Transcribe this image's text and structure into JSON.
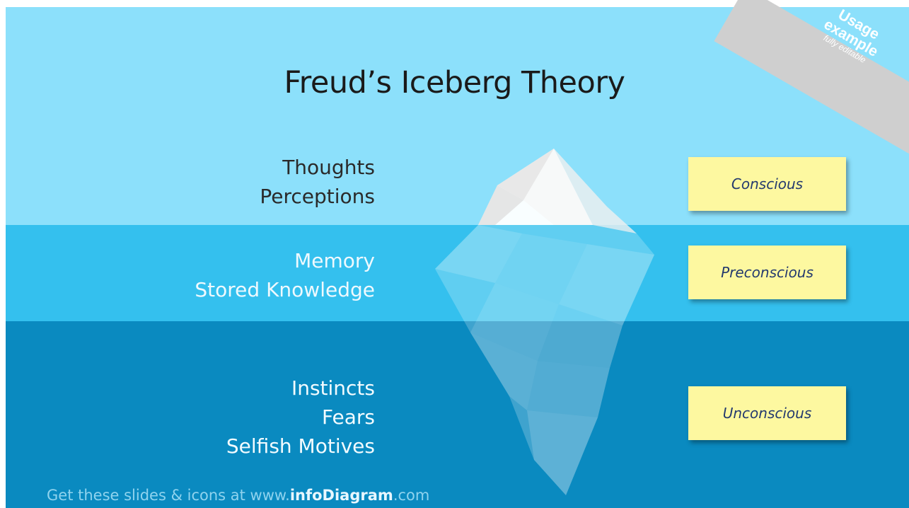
{
  "title": "Freud’s Iceberg Theory",
  "levels": [
    {
      "lines": [
        "Thoughts",
        "Perceptions"
      ],
      "label": "Conscious"
    },
    {
      "lines": [
        "Memory",
        "Stored Knowledge"
      ],
      "label": "Preconscious"
    },
    {
      "lines": [
        "Instincts",
        "Fears",
        "Selfish Motives"
      ],
      "label": "Unconscious"
    }
  ],
  "badge": {
    "line1": "Usage",
    "line2": "example",
    "line3": "fully editable"
  },
  "footer": {
    "prefix": "Get these slides & icons at www.",
    "brand": "infoDiagram",
    "suffix": ".com"
  },
  "colors": {
    "surface": "#8ce0fb",
    "middle": "#34c0ee",
    "deep": "#0a8ac0",
    "note": "#fdf8a0",
    "note_text": "#243a6e"
  }
}
